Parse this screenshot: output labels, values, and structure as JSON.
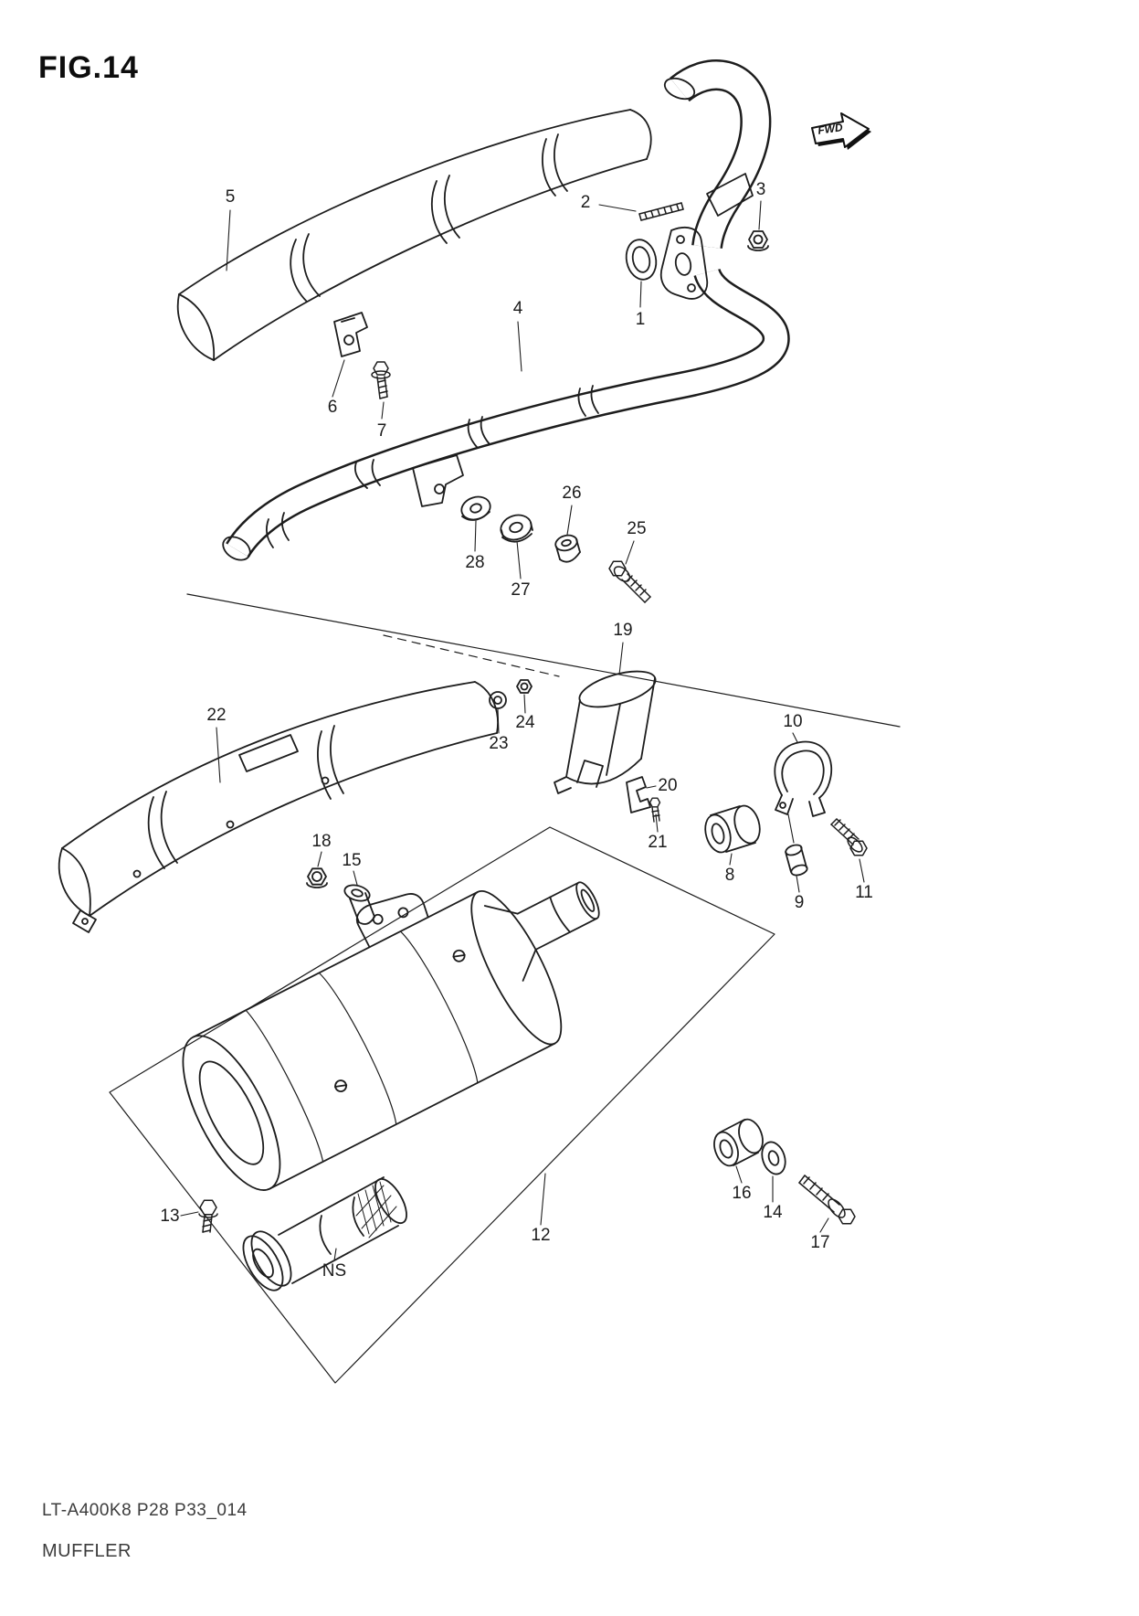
{
  "figure": {
    "title": "FIG.14",
    "model_code": "LT-A400K8 P28 P33_014",
    "caption": "MUFFLER",
    "fwd_label": "FWD"
  },
  "callouts": {
    "c1": "1",
    "c2": "2",
    "c3": "3",
    "c4": "4",
    "c5": "5",
    "c6": "6",
    "c7": "7",
    "c8": "8",
    "c9": "9",
    "c10": "10",
    "c11": "11",
    "c12": "12",
    "c13": "13",
    "c14": "14",
    "c15": "15",
    "c16": "16",
    "c17": "17",
    "c18": "18",
    "c19": "19",
    "c20": "20",
    "c21": "21",
    "c22": "22",
    "c23": "23",
    "c24": "24",
    "c25": "25",
    "c26": "26",
    "c27": "27",
    "c28": "28",
    "ns": "NS"
  }
}
